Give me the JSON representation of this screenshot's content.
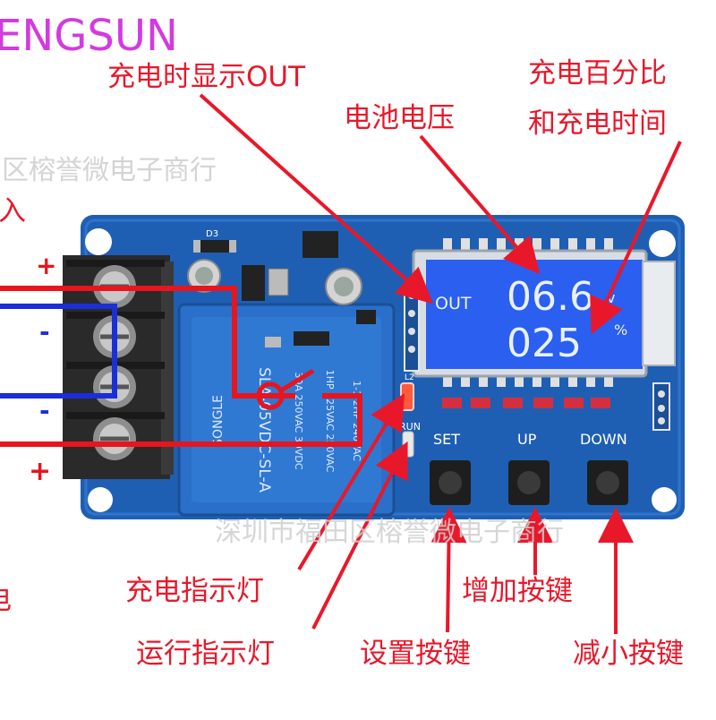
{
  "brand": "ENGSUN",
  "watermark": {
    "top": "区榕誉微电子商行",
    "bottom": "深圳市福田区榕誉微电子商行"
  },
  "callouts": {
    "out_display": "充电时显示OUT",
    "battery_voltage": "电池电压",
    "charge_percent_line1": "充电百分比",
    "charge_percent_line2": "和充电时间",
    "input_partial": "入",
    "left_partial": "电",
    "charge_led": "充电指示灯",
    "run_led": "运行指示灯",
    "set_key": "设置按键",
    "up_key": "增加按键",
    "down_key": "减小按键"
  },
  "terminals": [
    "+",
    "-",
    "-",
    "+"
  ],
  "lcd": {
    "out_label": "OUT",
    "voltage_value": "06.6",
    "voltage_unit": "v",
    "percent_value": "025",
    "percent_unit": "%"
  },
  "relay": {
    "brand": "SONGLE",
    "model": "SLA-05VDC-SL-A",
    "spec_line1": "30A 250VAC 30VDC",
    "spec_line2": "1HP 125VAC 250VAC",
    "spec_line3": "1-1/2HP 240VAC"
  },
  "board_labels": {
    "run": "RUN",
    "set": "SET",
    "up": "UP",
    "down": "DOWN",
    "d3": "D3",
    "l2": "L2"
  },
  "colors": {
    "pcb": "#1f5fb3",
    "lcd": "#2a5ff0",
    "callout": "#e8182a",
    "brand": "#d23be0",
    "wire_red": "#e8141e",
    "wire_blue": "#1a2fd8"
  }
}
